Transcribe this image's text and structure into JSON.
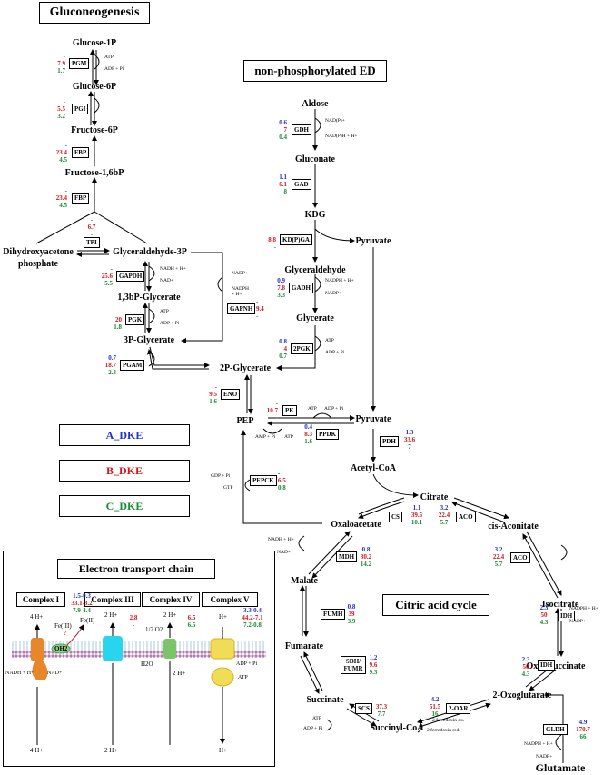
{
  "titles": {
    "gluconeogenesis": "Gluconeogenesis",
    "ned": "non-phosphorylated ED",
    "etc": "Electron transport chain",
    "tca": "Citric acid cycle"
  },
  "legend": {
    "a": "A_DKE",
    "b": "B_DKE",
    "c": "C_DKE",
    "a_color": "#1f2fd0",
    "b_color": "#d0161b",
    "c_color": "#168a33"
  },
  "metabolites": {
    "glc1p": "Glucose-1P",
    "glc6p": "Glucose-6P",
    "fru6p": "Fructose-6P",
    "fbp": "Fructose-1,6bP",
    "dhap1": "Dihydroxyacetone",
    "dhap2": "phosphate",
    "ga3p": "Glyceraldehyde-3P",
    "bpg": "1,3bP-Glycerate",
    "pg3": "3P-Glycerate",
    "pg2": "2P-Glycerate",
    "pep": "PEP",
    "aldose": "Aldose",
    "gluconate": "Gluconate",
    "kdg": "KDG",
    "pyr1": "Pyruvate",
    "glyald": "Glyceraldehyde",
    "glycerate": "Glycerate",
    "pyr2": "Pyruvate",
    "acoa": "Acetyl-CoA",
    "citrate": "Citrate",
    "oaa": "Oxaloacetate",
    "cisacon": "cis-Aconitate",
    "isocit": "Isocitrate",
    "malate": "Malate",
    "fumarate": "Fumarate",
    "succinate": "Succinate",
    "succoa": "Succinyl-CoA",
    "oxalosucc": "Oxalosuccinate",
    "oxoglut": "2-Oxoglutarate",
    "glutamate": "Glutamate"
  },
  "enzymes": {
    "pgm": {
      "name": "PGM",
      "a": "-",
      "b": "7.9",
      "c": "1.7"
    },
    "pgi": {
      "name": "PGI",
      "a": "-",
      "b": "5.5",
      "c": "3.2"
    },
    "fbp1": {
      "name": "FBP",
      "a": "-",
      "b": "23.4",
      "c": "4.5"
    },
    "fbp2": {
      "name": "FBP",
      "a": "-",
      "b": "23.4",
      "c": "4.5"
    },
    "tpi": {
      "name": "TPI",
      "a": "-",
      "b": "6.7",
      "c": "-"
    },
    "gapdh": {
      "name": "GAPDH",
      "a": "-",
      "b": "25.6",
      "c": "5.5"
    },
    "pgk": {
      "name": "PGK",
      "a": "-",
      "b": "20",
      "c": "1.8"
    },
    "pgam": {
      "name": "PGAM",
      "a": "0.7",
      "b": "18.7",
      "c": "2.3"
    },
    "gapnh": {
      "name": "GAPNH",
      "a": "-",
      "b": "9.4",
      "c": "-"
    },
    "eno": {
      "name": "ENO",
      "a": "-",
      "b": "9.5",
      "c": "1.6"
    },
    "pk": {
      "name": "PK",
      "a": "-",
      "b": "10.7",
      "c": "-"
    },
    "ppdk": {
      "name": "PPDK",
      "a": "0.4",
      "b": "8.3",
      "c": "1.6"
    },
    "gdh": {
      "name": "GDH",
      "a": "0.6",
      "b": "7",
      "c": "0.4"
    },
    "gad": {
      "name": "GAD",
      "a": "1.1",
      "b": "6.1",
      "c": "8"
    },
    "kdpga": {
      "name": "KD(P)GA",
      "a": "-",
      "b": "8.8",
      "c": "-"
    },
    "gadh": {
      "name": "GADH",
      "a": "0.9",
      "b": "7.8",
      "c": "3.3"
    },
    "pgk2": {
      "name": "2PGK",
      "a": "0.8",
      "b": "4",
      "c": "0.7"
    },
    "pdh": {
      "name": "PDH",
      "a": "1.3",
      "b": "33.6",
      "c": "7"
    },
    "pepck": {
      "name": "PEPCK",
      "a": "-",
      "b": "6.5",
      "c": "0.8"
    },
    "cs": {
      "name": "CS",
      "a": "1.1",
      "b": "39.5",
      "c": "10.1"
    },
    "aco1": {
      "name": "ACO",
      "a": "3.2",
      "b": "22.4",
      "c": "5.7"
    },
    "aco2": {
      "name": "ACO",
      "a": "3.2",
      "b": "22.4",
      "c": "5.7"
    },
    "mdh": {
      "name": "MDH",
      "a": "0.8",
      "b": "30.2",
      "c": "14.2"
    },
    "idh1": {
      "name": "IDH",
      "a": "2.3",
      "b": "50",
      "c": "4.3"
    },
    "idh2": {
      "name": "IDH",
      "a": "2.3",
      "b": "50",
      "c": "4.3"
    },
    "fumh": {
      "name": "FUMH",
      "a": "0.8",
      "b": "39",
      "c": "3.9"
    },
    "sdh": {
      "name": "SDH/ FUMR",
      "a": "1.2",
      "b": "9.6",
      "c": "9.3"
    },
    "scs": {
      "name": "SCS",
      "a": "-",
      "b": "37.3",
      "c": "7.7"
    },
    "oar": {
      "name": "2-OAR",
      "a": "4.2",
      "b": "51.5",
      "c": "16"
    },
    "gldh": {
      "name": "GLDH",
      "a": "4.9",
      "b": "170.7",
      "c": "66"
    }
  },
  "cofactors": {
    "atp": "ATP",
    "adp": "ADP + Pi",
    "nadh": "NADH + H+",
    "nad": "NAD+",
    "nadp": "NADP+",
    "nadph": "NADPH + H+",
    "nadp_gdh": "NAD(P)+",
    "nadph_gdh": "NAD(P)H + H+",
    "amp": "AMP + Pi",
    "gdp": "GDP + Pi",
    "gtp": "GTP",
    "fdox": "2 ferredoxin ox.",
    "fdred": "2 ferredoxin red."
  },
  "etc": {
    "complex1": "Complex I",
    "complex3": "Complex III",
    "complex4": "Complex IV",
    "complex5": "Complex V",
    "c1": {
      "a": "1.5-0.3",
      "b": "33.1-3.2",
      "c": "7.9-4.4"
    },
    "c3": {
      "a": "-",
      "b": "2.8",
      "c": "-"
    },
    "c4": {
      "a": "-",
      "b": "6.5",
      "c": "6.5"
    },
    "c5": {
      "a": "3.3-0.4",
      "b": "44.2-7.1",
      "c": "7.2-0.8"
    },
    "h4_top": "4 H+",
    "h4_bot": "4 H+",
    "h2_a": "2 H+",
    "h2_b": "2 H+",
    "h2_c": "2 H+",
    "h2_d": "2 H+",
    "hplus_top": "H+",
    "hplus_bot": "H+",
    "fe3": "Fe(III)",
    "fe2": "Fe(II)",
    "q": "?",
    "qh2": "QH2",
    "o2": "1/2 O2",
    "h2o": "H2O",
    "nadh": "NADH + H+",
    "nad": "NAD+",
    "adp": "ADP + Pi",
    "atp": "ATP"
  }
}
